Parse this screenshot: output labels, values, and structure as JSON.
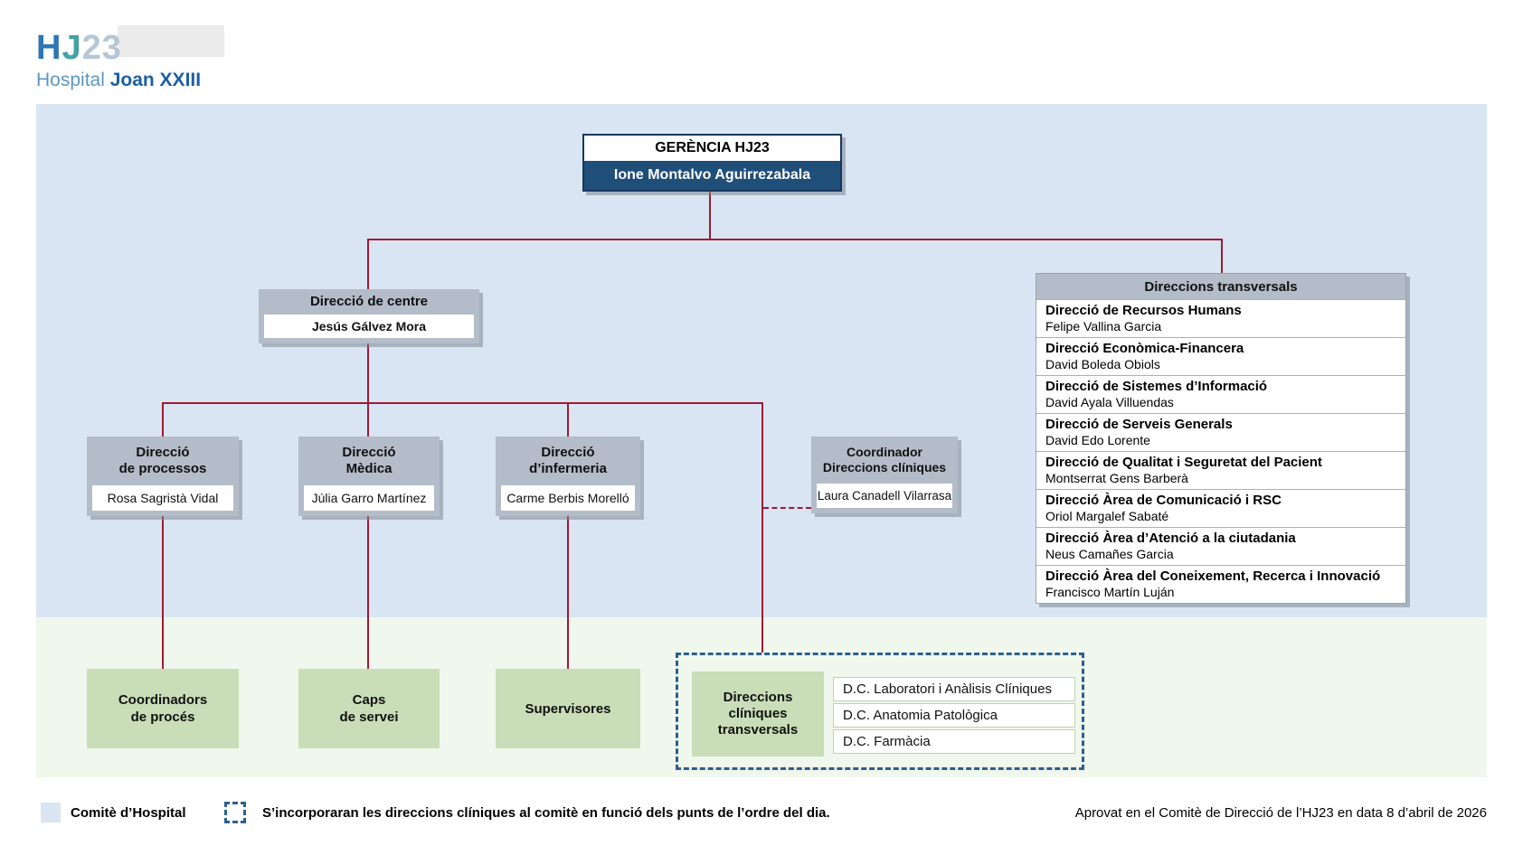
{
  "logo": {
    "h": "H",
    "j": "J",
    "num": "23",
    "hospital": "Hospital ",
    "joan": "Joan XXIII"
  },
  "gerencia": {
    "title": "GERÈNCIA HJ23",
    "name": "Ione Montalvo Aguirrezabala"
  },
  "centre": {
    "title": "Direcció de centre",
    "name": "Jesús Gálvez Mora"
  },
  "directions": [
    {
      "title": "Direcció\nde processos",
      "name": "Rosa Sagristà Vidal"
    },
    {
      "title": "Direcció\nMèdica",
      "name": "Júlia Garro Martínez"
    },
    {
      "title": "Direcció\nd’infermeria",
      "name": "Carme Berbis Morelló"
    },
    {
      "title": "Coordinador\nDireccions clíniques",
      "name": "Laura Canadell Vilarrasa"
    }
  ],
  "transversals": {
    "header": "Direccions transversals",
    "rows": [
      {
        "title": "Direcció de Recursos Humans",
        "name": "Felipe Vallina Garcia"
      },
      {
        "title": "Direcció Econòmica-Financera",
        "name": "David Boleda Obiols"
      },
      {
        "title": "Direcció de Sistemes d’Informació",
        "name": "David Ayala Villuendas"
      },
      {
        "title": "Direcció de Serveis Generals",
        "name": "David Edo Lorente"
      },
      {
        "title": "Direcció de Qualitat i Seguretat del Pacient",
        "name": "Montserrat Gens Barberà"
      },
      {
        "title": "Direcció Àrea de Comunicació i RSC",
        "name": "Oriol Margalef Sabaté"
      },
      {
        "title": "Direcció Àrea d’Atenció a la ciutadania",
        "name": "Neus Camañes Garcia"
      },
      {
        "title": "Direcció Àrea del Coneixement, Recerca i Innovació",
        "name": "Francisco Martín Luján"
      }
    ]
  },
  "operational": [
    {
      "label": "Coordinadors\nde procés"
    },
    {
      "label": "Caps\nde servei"
    },
    {
      "label": "Supervisores"
    }
  ],
  "clinical_group": {
    "label": "Direccions\nclíniques\ntransversals",
    "items": [
      "D.C. Laboratori i Anàlisis Clíniques",
      "D.C. Anatomia Patològica",
      "D.C. Farmàcia"
    ]
  },
  "legend": {
    "comite": "Comitè d’Hospital",
    "note": "S’incorporaran les direccions clíniques al comitè en funció dels punts de l’ordre del dia.",
    "approval": "Aprovat en el Comitè de Direcció de l’HJ23 en data 8 d’abril de 2026"
  },
  "colors": {
    "blue_panel": "#d9e5f3",
    "green_panel": "#f0f7ec",
    "green_box": "#c9deb8",
    "header_gray": "#b3bcc8",
    "navy": "#1f4e79",
    "connector_red": "#9e1b33",
    "dashed_blue": "#2d5f8c"
  }
}
